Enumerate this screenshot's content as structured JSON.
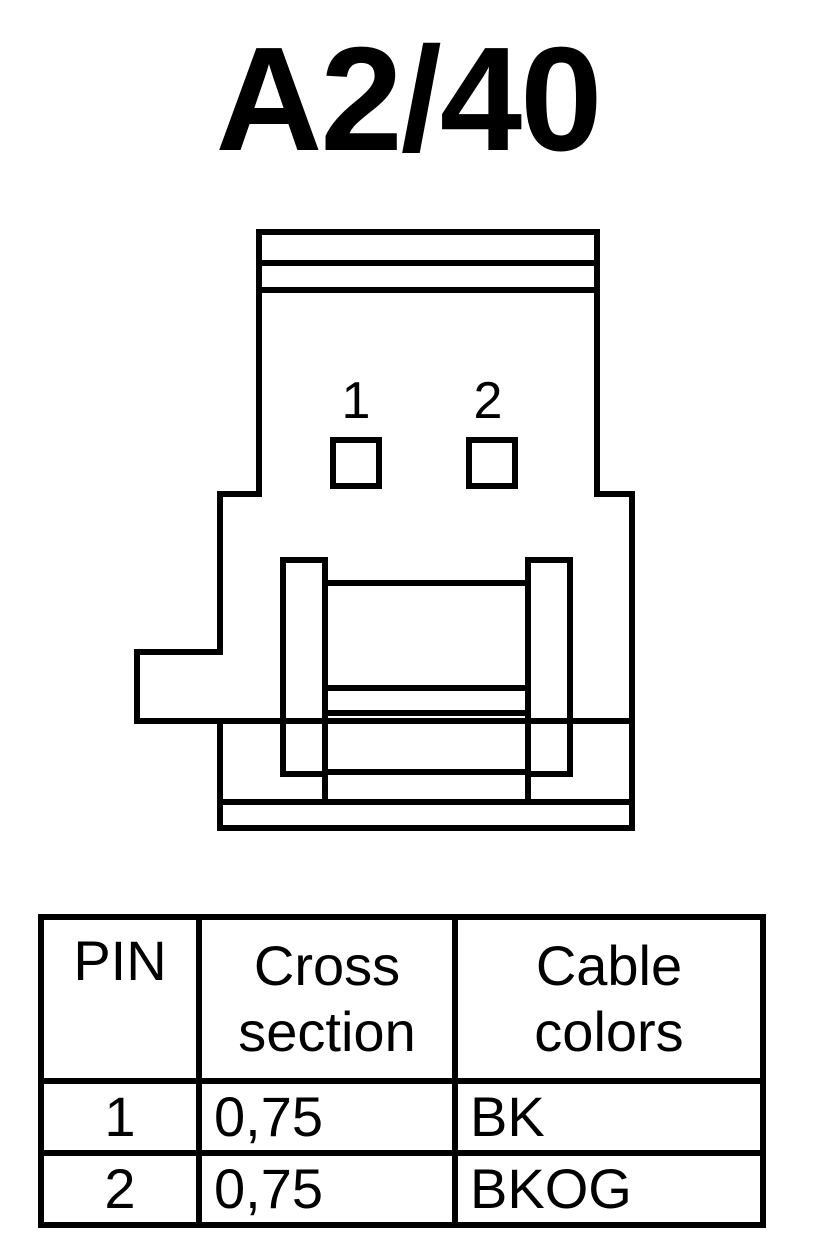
{
  "title": "A2/40",
  "connector": {
    "pin_labels": [
      "1",
      "2"
    ]
  },
  "table": {
    "headers": {
      "pin": "PIN",
      "cross_section": [
        "Cross",
        "section"
      ],
      "cable_colors": [
        "Cable",
        "colors"
      ]
    },
    "rows": [
      {
        "pin": "1",
        "cross_section": "0,75",
        "cable_color": "BK"
      },
      {
        "pin": "2",
        "cross_section": "0,75",
        "cable_color": "BKOG"
      }
    ]
  }
}
